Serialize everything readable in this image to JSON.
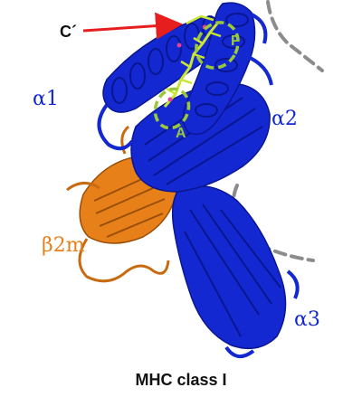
{
  "figure": {
    "caption": "MHC class I",
    "labels": {
      "c_terminus": "C´",
      "alpha1": "α1",
      "alpha2": "α2",
      "alpha3": "α3",
      "beta2m": "β2m",
      "pocket_f": "F",
      "pocket_a": "A"
    },
    "colors": {
      "heavy_chain": "#1428d2",
      "heavy_chain_dark": "#0a1690",
      "beta2m": "#e8801a",
      "beta2m_dark": "#9a4e08",
      "peptide": "#c8e632",
      "pocket_outline": "#9ac83c",
      "arrow": "#e61e1e",
      "membrane_dash": "#8c8c8c",
      "text_dark": "#111111"
    },
    "icons": [
      "pocket-f-marker",
      "pocket-a-marker",
      "c-terminus-arrow"
    ]
  }
}
